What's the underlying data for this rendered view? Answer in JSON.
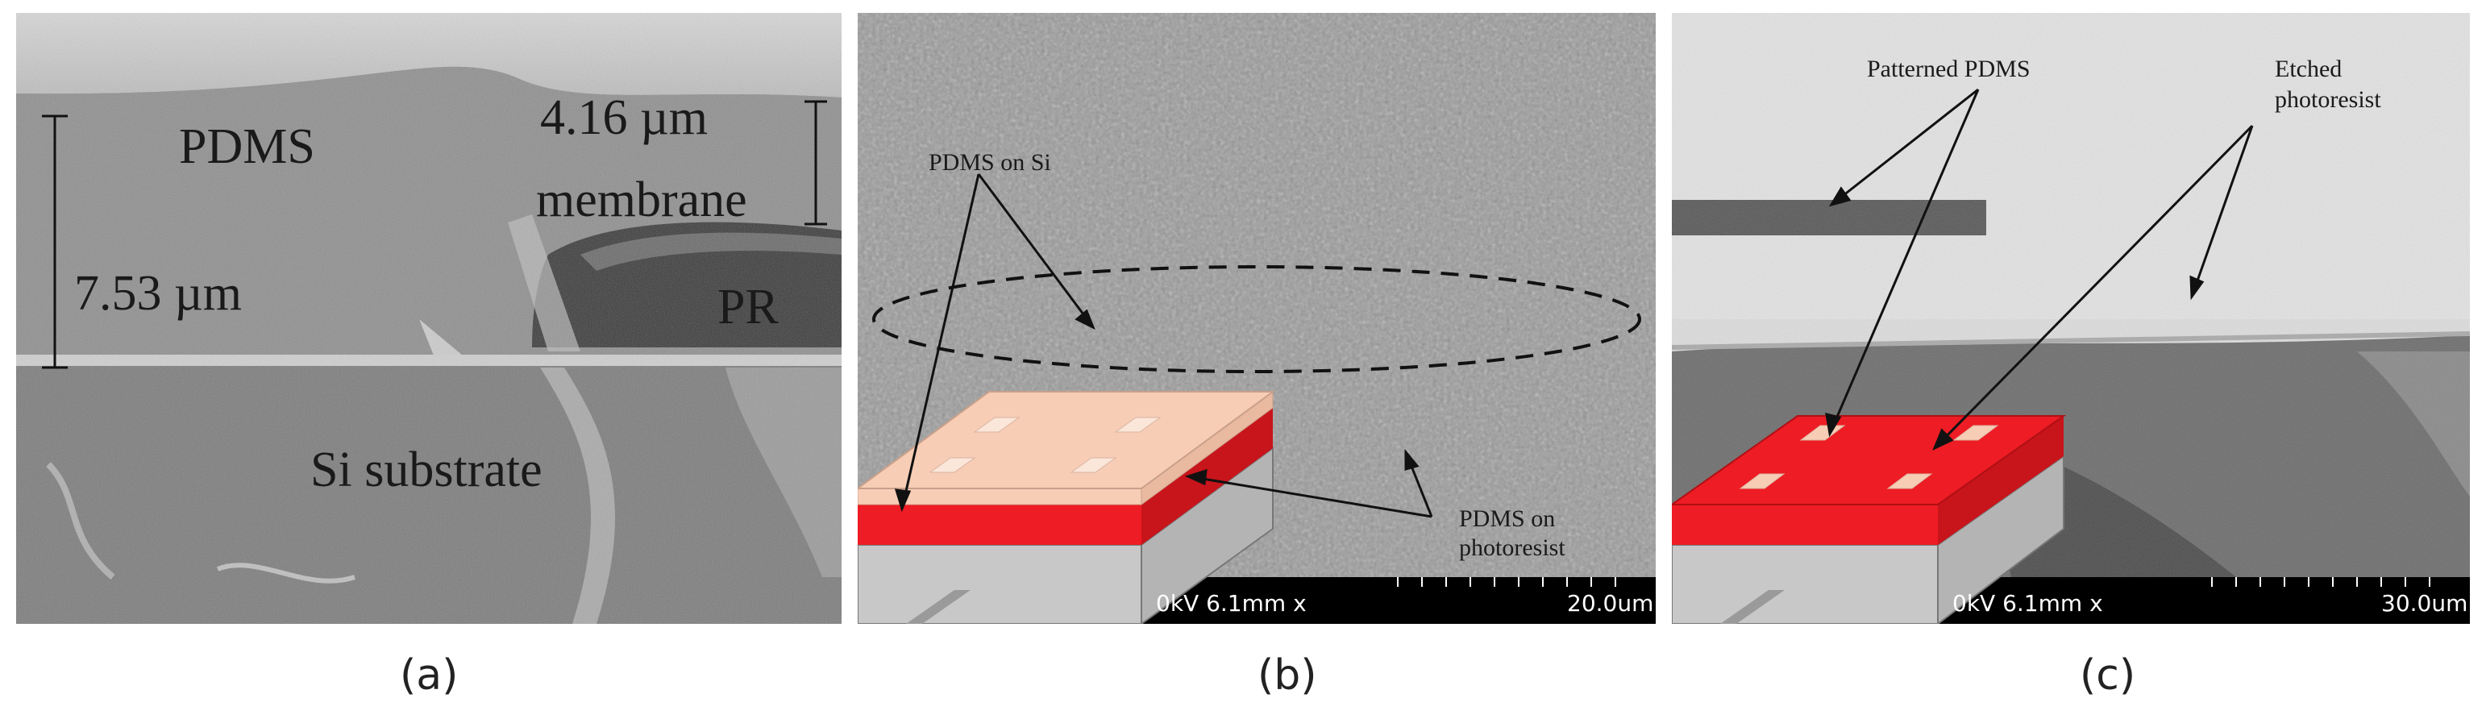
{
  "panels": [
    {
      "id": "a",
      "caption": "(a)",
      "labels": {
        "pdms": "PDMS",
        "membrane_thickness": "4.16 µm",
        "membrane": "membrane",
        "total_thickness": "7.53 µm",
        "pr": "PR",
        "substrate": "Si substrate"
      }
    },
    {
      "id": "b",
      "caption": "(b)",
      "labels": {
        "pdms_on_si": "PDMS on Si",
        "pdms_on_pr_line1": "PDMS on",
        "pdms_on_pr_line2": "photoresist"
      },
      "scale_bar": {
        "info": "0kV 6.1mm x",
        "scale": "20.0um"
      }
    },
    {
      "id": "c",
      "caption": "(c)",
      "labels": {
        "patterned_pdms": "Patterned PDMS",
        "etched_line1": "Etched",
        "etched_line2": "photoresist"
      },
      "scale_bar": {
        "info": "0kV 6.1mm x",
        "scale": "30.0um"
      }
    }
  ],
  "colors": {
    "pdms_red": "#ee1c24",
    "pdms_pink": "#f8cdb6",
    "substrate_grey": "#c8c8c8"
  }
}
